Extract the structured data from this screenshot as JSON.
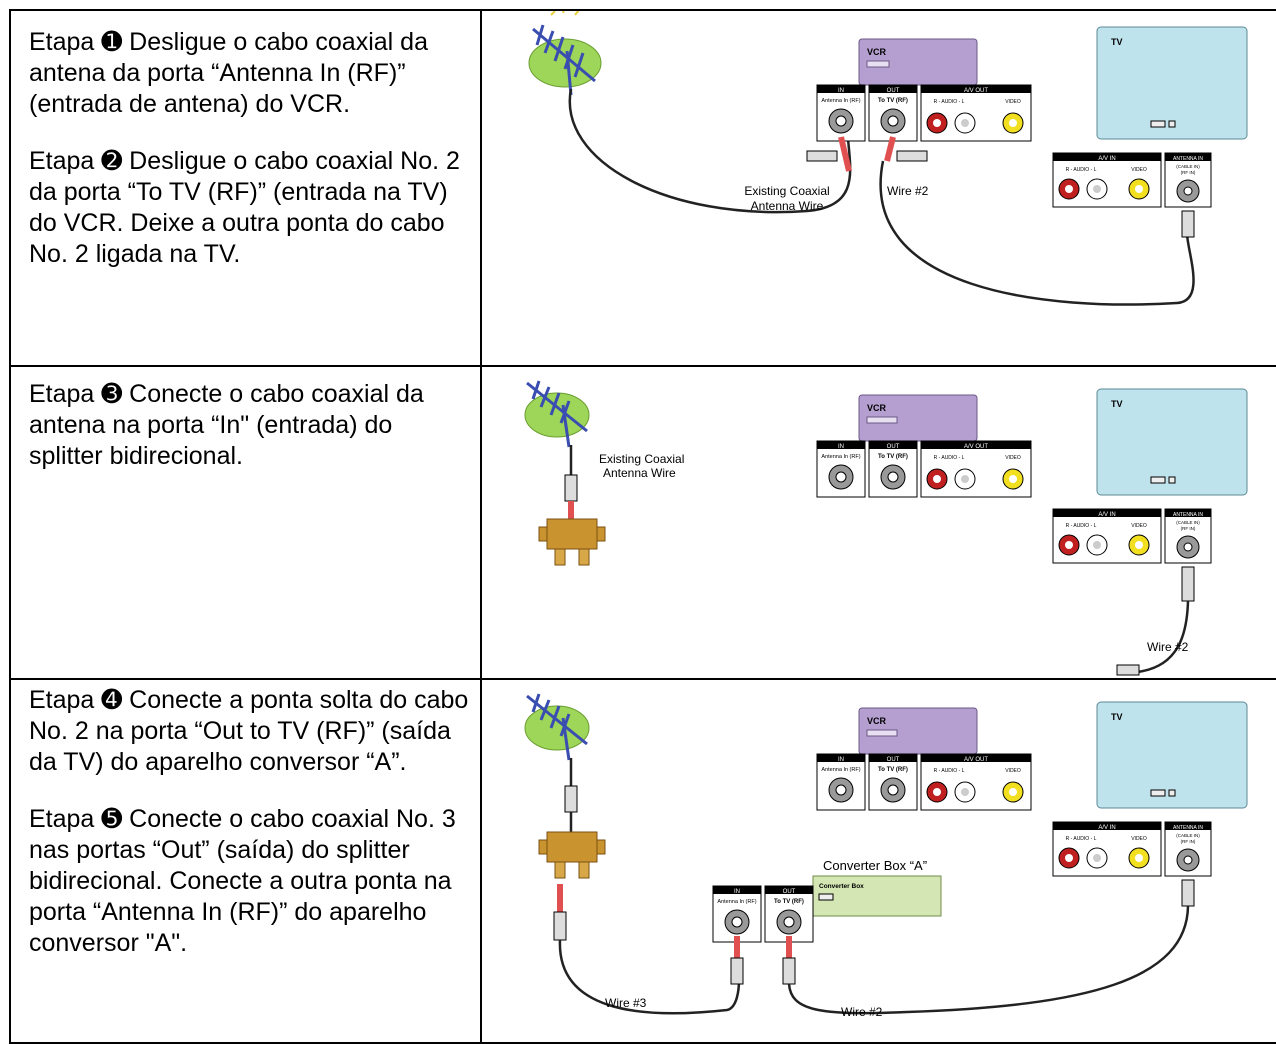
{
  "rows": [
    {
      "steps": [
        "Etapa ➊ Desligue o cabo coaxial da antena da porta “Antenna In (RF)” (entrada de antena) do VCR.",
        "Etapa ➋ Desligue o cabo coaxial No. 2 da porta “To TV (RF)” (entrada na TV) do VCR.  Deixe a outra ponta do cabo No. 2 ligada na TV."
      ]
    },
    {
      "steps": [
        "Etapa ➌ Conecte o cabo coaxial da antena na porta “In\" (entrada) do splitter bidirecional."
      ]
    },
    {
      "steps": [
        "Etapa ➍ Conecte a ponta solta do cabo No. 2 na porta “Out to TV (RF)” (saída da TV) do aparelho conversor “A”.",
        "Etapa ➎ Conecte o cabo coaxial No. 3 nas portas “Out” (saída) do splitter bidirecional.  Conecte a outra ponta na porta “Antenna In (RF)” do aparelho conversor \"A\"."
      ]
    }
  ],
  "labels": {
    "vcr": "VCR",
    "tv": "TV",
    "in": "IN",
    "out": "OUT",
    "av_out": "A/V OUT",
    "av_in": "A/V IN",
    "antenna_in_rf": "Antenna In (RF)",
    "to_tv_rf": "To TV (RF)",
    "audio": "R - AUDIO - L",
    "video": "VIDEO",
    "antenna_in": "ANTENNA IN",
    "cable_in": "(CABLE IN)",
    "rf_in": "(RF IN)",
    "existing_wire_1": "Existing Coaxial",
    "existing_wire_2": "Antenna Wire",
    "wire2": "Wire #2",
    "wire3": "Wire #3",
    "converter_box_a": "Converter Box “A”",
    "converter_box": "Converter Box"
  },
  "colors": {
    "vcr": "#b59fd0",
    "tv": "#bfe3ec",
    "converter": "#d3e6b4",
    "splitter": "#c9932f",
    "arrow": "#e05050",
    "grass": "#9ed65a",
    "antenna": "#3a4db0"
  }
}
